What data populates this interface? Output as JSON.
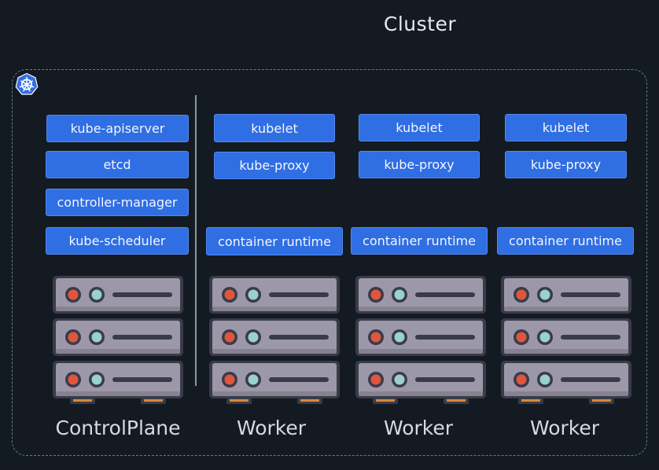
{
  "title": "Cluster",
  "icons": {
    "logo": "kubernetes-helm-icon",
    "rack": "server-rack-icon"
  },
  "colors": {
    "background": "#141a22",
    "component": "#2f6ee3",
    "cluster_border": "#5f7d8c",
    "server_body": "#9c98a9",
    "led_red": "#e0563d",
    "led_teal": "#9ad0d2"
  },
  "control_plane": {
    "label": "ControlPlane",
    "components": [
      "kube-apiserver",
      "etcd",
      "controller-manager",
      "kube-scheduler"
    ]
  },
  "workers": [
    {
      "label": "Worker",
      "kubelet": "kubelet",
      "proxy": "kube-proxy",
      "runtime": "container runtime"
    },
    {
      "label": "Worker",
      "kubelet": "kubelet",
      "proxy": "kube-proxy",
      "runtime": "container runtime"
    },
    {
      "label": "Worker",
      "kubelet": "kubelet",
      "proxy": "kube-proxy",
      "runtime": "container runtime"
    }
  ]
}
